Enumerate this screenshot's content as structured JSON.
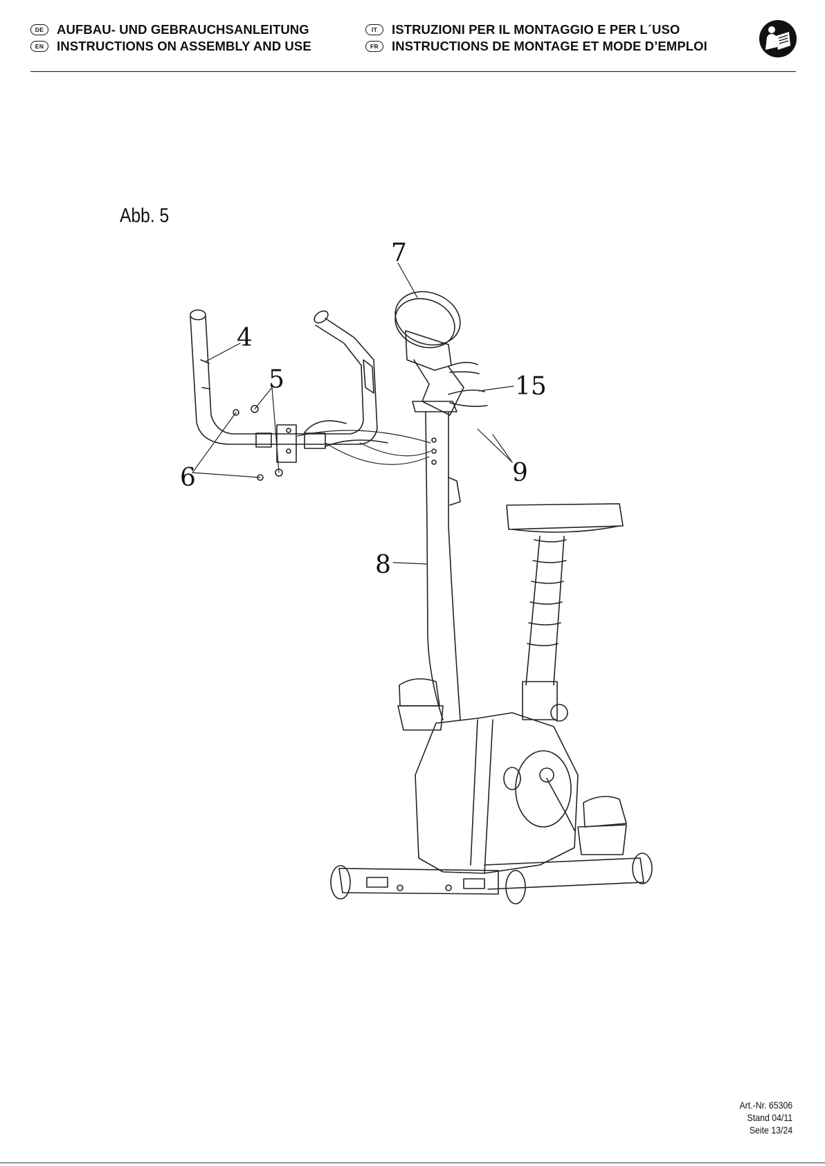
{
  "header": {
    "lines": [
      {
        "code": "DE",
        "text": "AUFBAU- UND GEBRAUCHSANLEITUNG"
      },
      {
        "code": "EN",
        "text": "INSTRUCTIONS ON ASSEMBLY AND USE"
      },
      {
        "code": "IT",
        "text": "ISTRUZIONI PER IL MONTAGGIO E PER L´USO"
      },
      {
        "code": "FR",
        "text": "INSTRUCTIONS DE MONTAGE ET MODE D’EMPLOI"
      }
    ],
    "logo_icon": "read-manual-icon"
  },
  "figure": {
    "label": "Abb. 5",
    "callouts": {
      "c4": "4",
      "c5": "5",
      "c6": "6",
      "c7": "7",
      "c8": "8",
      "c9": "9",
      "c15": "15"
    }
  },
  "footer": {
    "article": "Art.-Nr. 65306",
    "stand": "Stand 04/11",
    "page": "Seite 13/24"
  }
}
